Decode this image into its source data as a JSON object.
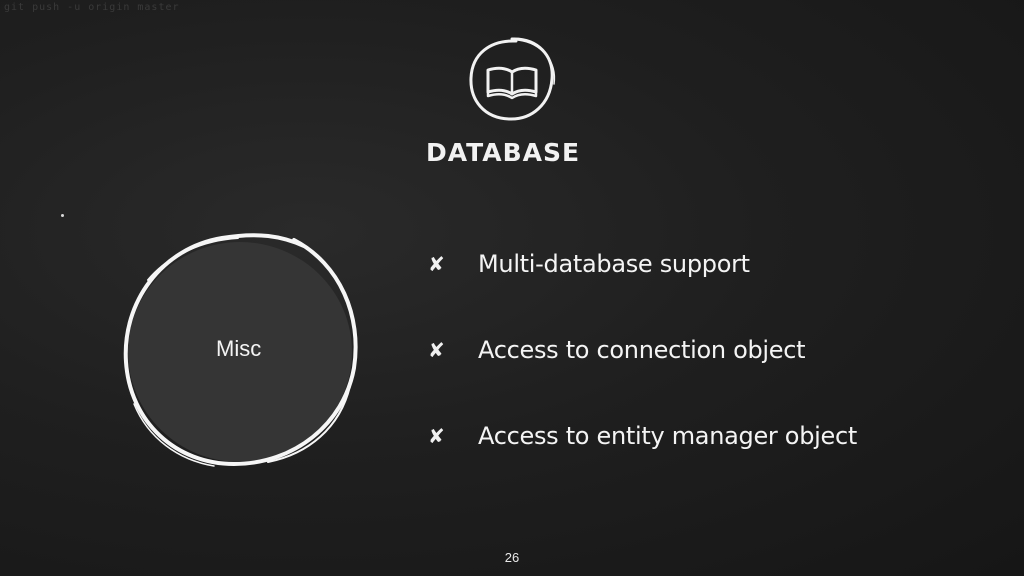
{
  "slide": {
    "ghost_text": "git push -u origin master",
    "title": "Database",
    "icon": "open-book-icon",
    "topic_label": "Misc",
    "bullet_glyph": "✘",
    "features": [
      {
        "text": "Multi-database support"
      },
      {
        "text": "Access to connection object"
      },
      {
        "text": "Access to entity manager object"
      }
    ],
    "page_number": "26"
  },
  "colors": {
    "background": "#1c1c1c",
    "chalk": "#f4f4f4",
    "circle_fill": "#353535"
  }
}
